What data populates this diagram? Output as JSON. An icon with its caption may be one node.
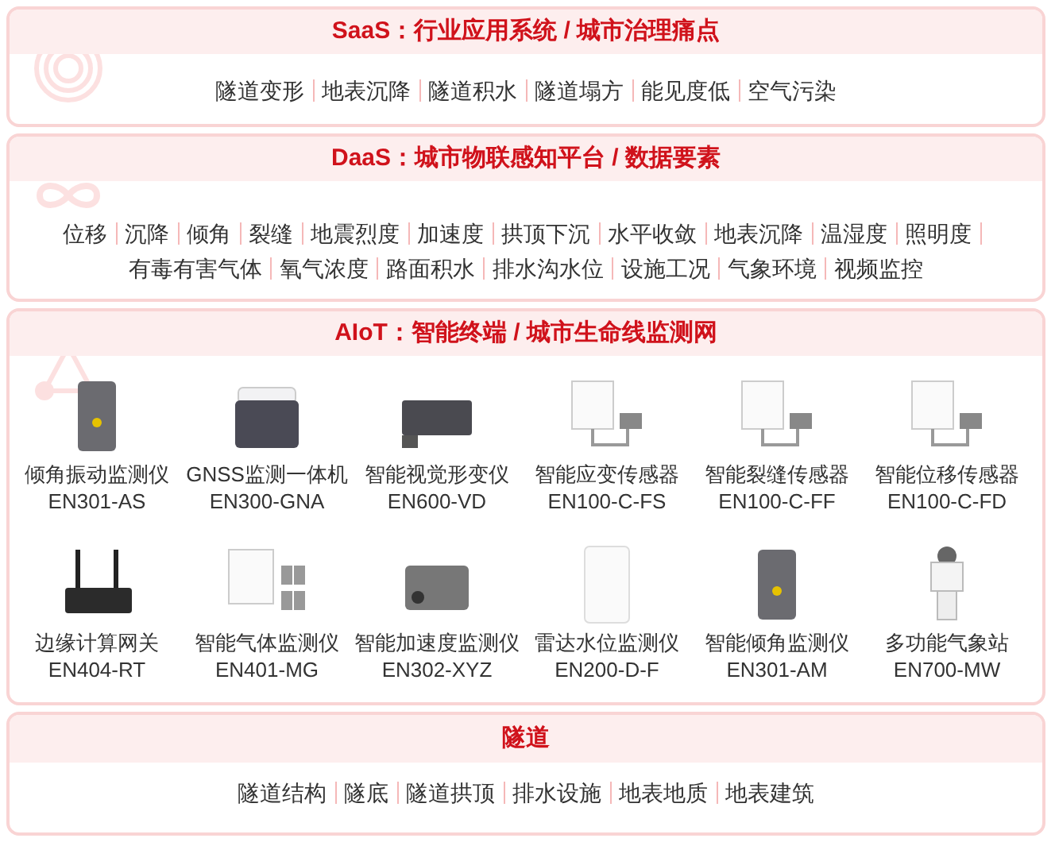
{
  "diagram": {
    "nodes": [
      {
        "text": [
          "SaaS：行业应用系统 / 城市治理痛点",
          "隧道变形",
          "地表沉降",
          "隧道积水",
          "隧道塌方",
          "能见度低",
          "空气污染"
        ]
      },
      {
        "text": [
          "DaaS：城市物联感知平台 / 数据要素",
          "位移",
          "沉降",
          "倾角",
          "裂缝",
          "地震烈度",
          "加速度",
          "拱顶下沉",
          "水平收敛",
          "地表沉降",
          "温湿度",
          "照明度",
          "有毒有害气体",
          "氧气浓度",
          "路面积水",
          "排水沟水位",
          "设施工况",
          "气象环境",
          "视频监控"
        ]
      },
      {
        "text": [
          "AIoT：智能终端 / 城市生命线监测网"
        ]
      },
      {
        "text": [
          "倾角振动监测仪",
          "EN301-AS"
        ],
        "in": 2
      },
      {
        "text": [
          "GNSS监测一体机",
          "EN300-GNA"
        ],
        "in": 2
      },
      {
        "text": [
          "智能视觉形变仪",
          "EN600-VD"
        ],
        "in": 2
      },
      {
        "text": [
          "智能应变传感器",
          "EN100-C-FS"
        ],
        "in": 2
      },
      {
        "text": [
          "智能裂缝传感器",
          "EN100-C-FF"
        ],
        "in": 2
      },
      {
        "text": [
          "智能位移传感器",
          "EN100-C-FD"
        ],
        "in": 2
      },
      {
        "text": [
          "边缘计算网关",
          "EN404-RT"
        ],
        "in": 2
      },
      {
        "text": [
          "智能气体监测仪",
          "EN401-MG"
        ],
        "in": 2
      },
      {
        "text": [
          "智能加速度监测仪",
          "EN302-XYZ"
        ],
        "in": 2
      },
      {
        "text": [
          "雷达水位监测仪",
          "EN200-D-F"
        ],
        "in": 2
      },
      {
        "text": [
          "智能倾角监测仪",
          "EN301-AM"
        ],
        "in": 2
      },
      {
        "text": [
          "多功能气象站",
          "EN700-MW"
        ],
        "in": 2
      },
      {
        "text": [
          "隧道",
          "隧道结构",
          "隧底",
          "隧道拱顶",
          "排水设施",
          "地表地质",
          "地表建筑"
        ]
      }
    ],
    "edges": []
  }
}
